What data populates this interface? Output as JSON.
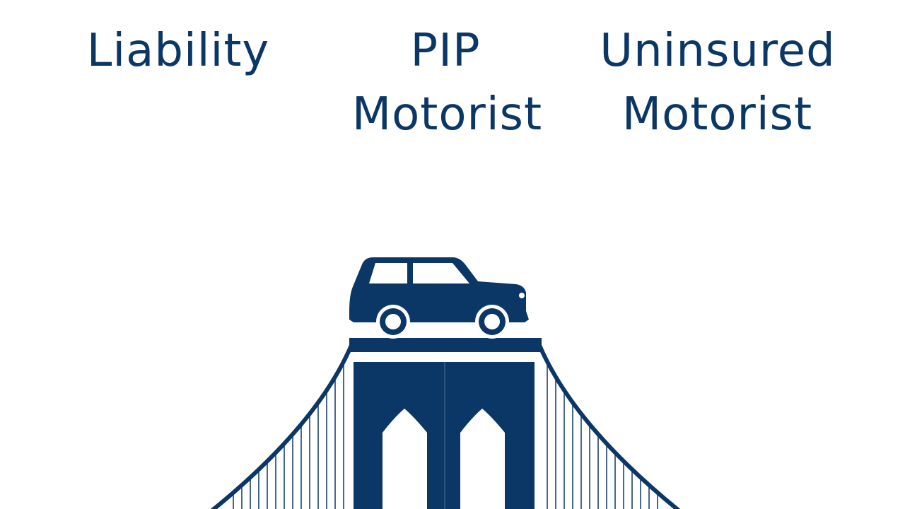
{
  "headings": {
    "liability": "Liability",
    "pip_line1": "PIP",
    "pip_line2": "Motorist",
    "uninsured_line1": "Uninsured",
    "uninsured_line2": "Motorist"
  },
  "illustration": {
    "subject": "car on suspension bridge tower",
    "icons": [
      "car-icon",
      "bridge-icon"
    ]
  },
  "colors": {
    "primary": "#0b3766",
    "background": "#ffffff",
    "window": "#ffffff"
  }
}
